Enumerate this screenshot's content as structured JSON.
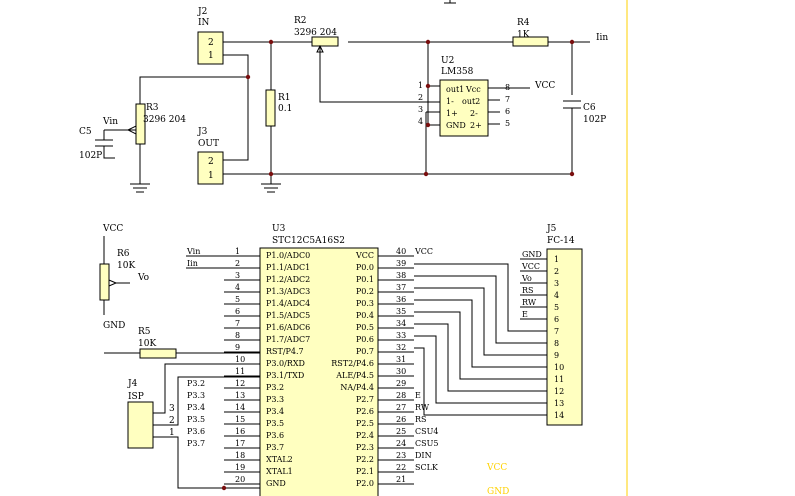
{
  "colors": {
    "component_fill": "#ffffc0",
    "wire": "#000000",
    "junction": "#7a0f0f",
    "border": "#ffd200",
    "net_highlight": "#ffd200"
  },
  "top": {
    "j2": {
      "ref": "J2",
      "val": "IN",
      "pins": [
        "2",
        "1"
      ]
    },
    "j3": {
      "ref": "J3",
      "val": "OUT",
      "pins": [
        "2",
        "1"
      ]
    },
    "r2": {
      "ref": "R2",
      "val": "3296 204"
    },
    "r3": {
      "ref": "R3",
      "val": "3296 204"
    },
    "r1": {
      "ref": "R1",
      "val": "0.1"
    },
    "r4": {
      "ref": "R4",
      "val": "1K"
    },
    "c5": {
      "ref": "C5",
      "val": "102P",
      "net": "Vin"
    },
    "c6": {
      "ref": "C6",
      "val": "102P"
    },
    "iin": "Iin",
    "u2": {
      "ref": "U2",
      "val": "LM358",
      "left_pins": [
        "1",
        "2",
        "3",
        "4"
      ],
      "right_pins": [
        "8",
        "7",
        "6",
        "5"
      ],
      "inner_left": [
        "out1",
        "1-",
        "1+",
        "GND"
      ],
      "inner_right": [
        "Vcc",
        "out2",
        "2-",
        "2+"
      ],
      "vcc": "VCC"
    }
  },
  "bottom": {
    "r6": {
      "ref": "R6",
      "val": "10K",
      "top": "VCC",
      "bottom": "GND",
      "wiper": "Vo"
    },
    "r5": {
      "ref": "R5",
      "val": "10K"
    },
    "j4": {
      "ref": "J4",
      "val": "ISP",
      "pins": [
        "3",
        "2",
        "1"
      ]
    },
    "u3": {
      "ref": "U3",
      "val": "STC12C5A16S2",
      "left_nums": [
        "1",
        "2",
        "3",
        "4",
        "5",
        "6",
        "7",
        "8",
        "9",
        "10",
        "11",
        "12",
        "13",
        "14",
        "15",
        "16",
        "17",
        "18",
        "19",
        "20"
      ],
      "left_names": [
        "P1.0/ADC0",
        "P1.1/ADC1",
        "P1.2/ADC2",
        "P1.3/ADC3",
        "P1.4/ADC4",
        "P1.5/ADC5",
        "P1.6/ADC6",
        "P1.7/ADC7",
        "RST/P4.7",
        "P3.0/RXD",
        "P3.1/TXD",
        "P3.2",
        "P3.3",
        "P3.4",
        "P3.5",
        "P3.6",
        "P3.7",
        "XTAL2",
        "XTAL1",
        "GND"
      ],
      "right_nums": [
        "40",
        "39",
        "38",
        "37",
        "36",
        "35",
        "34",
        "33",
        "32",
        "31",
        "30",
        "29",
        "28",
        "27",
        "26",
        "25",
        "24",
        "23",
        "22",
        "21"
      ],
      "right_names": [
        "VCC",
        "P0.0",
        "P0.1",
        "P0.2",
        "P0.3",
        "P0.4",
        "P0.5",
        "P0.6",
        "P0.7",
        "RST2/P4.6",
        "ALE/P4.5",
        "NA/P4.4",
        "P2.7",
        "P2.6",
        "P2.5",
        "P2.4",
        "P2.3",
        "P2.2",
        "P2.1",
        "P2.0"
      ],
      "left_nets": [
        "Vin",
        "Iin",
        "",
        "",
        "",
        "",
        "",
        "",
        "",
        "",
        "",
        "P3.2",
        "P3.3",
        "P3.4",
        "P3.5",
        "P3.6",
        "P3.7",
        "",
        "",
        ""
      ],
      "right_nets": [
        "VCC",
        "",
        "",
        "",
        "",
        "",
        "",
        "",
        "",
        "",
        "",
        "",
        "E",
        "RW",
        "RS",
        "CSU4",
        "CSU5",
        "DIN",
        "SCLK",
        ""
      ]
    },
    "j5": {
      "ref": "J5",
      "val": "FC-14",
      "nums": [
        "1",
        "2",
        "3",
        "4",
        "5",
        "6",
        "7",
        "8",
        "9",
        "10",
        "11",
        "12",
        "13",
        "14"
      ],
      "nets": [
        "GND",
        "VCC",
        "Vo",
        "RS",
        "RW",
        "E"
      ]
    },
    "highlight_labels": [
      "VCC",
      "GND"
    ]
  }
}
